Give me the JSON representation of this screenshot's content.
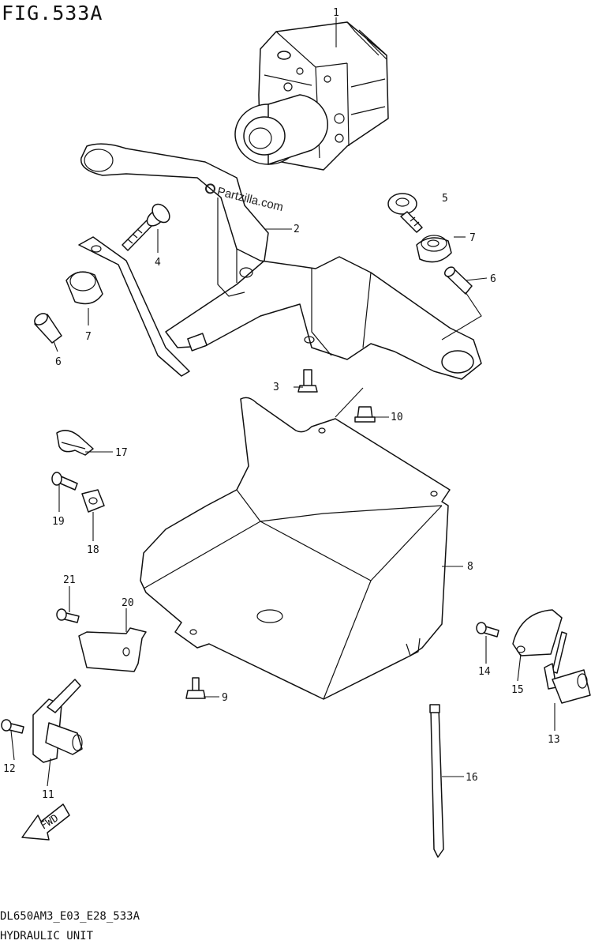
{
  "figure": {
    "title": "FIG.533A",
    "code": "DL650AM3_E03_E28_533A",
    "name": "HYDRAULIC UNIT",
    "watermark": "Partzilla.com",
    "fwd_label": "FWD"
  },
  "callouts": [
    {
      "id": "1",
      "label": "1"
    },
    {
      "id": "2",
      "label": "2"
    },
    {
      "id": "3",
      "label": "3"
    },
    {
      "id": "4",
      "label": "4"
    },
    {
      "id": "5",
      "label": "5"
    },
    {
      "id": "6a",
      "label": "6"
    },
    {
      "id": "6b",
      "label": "6"
    },
    {
      "id": "7a",
      "label": "7"
    },
    {
      "id": "7b",
      "label": "7"
    },
    {
      "id": "8",
      "label": "8"
    },
    {
      "id": "9",
      "label": "9"
    },
    {
      "id": "10",
      "label": "10"
    },
    {
      "id": "11",
      "label": "11"
    },
    {
      "id": "12",
      "label": "12"
    },
    {
      "id": "13",
      "label": "13"
    },
    {
      "id": "14",
      "label": "14"
    },
    {
      "id": "15",
      "label": "15"
    },
    {
      "id": "16",
      "label": "16"
    },
    {
      "id": "17",
      "label": "17"
    },
    {
      "id": "18",
      "label": "18"
    },
    {
      "id": "19",
      "label": "19"
    },
    {
      "id": "20",
      "label": "20"
    },
    {
      "id": "21",
      "label": "21"
    }
  ]
}
